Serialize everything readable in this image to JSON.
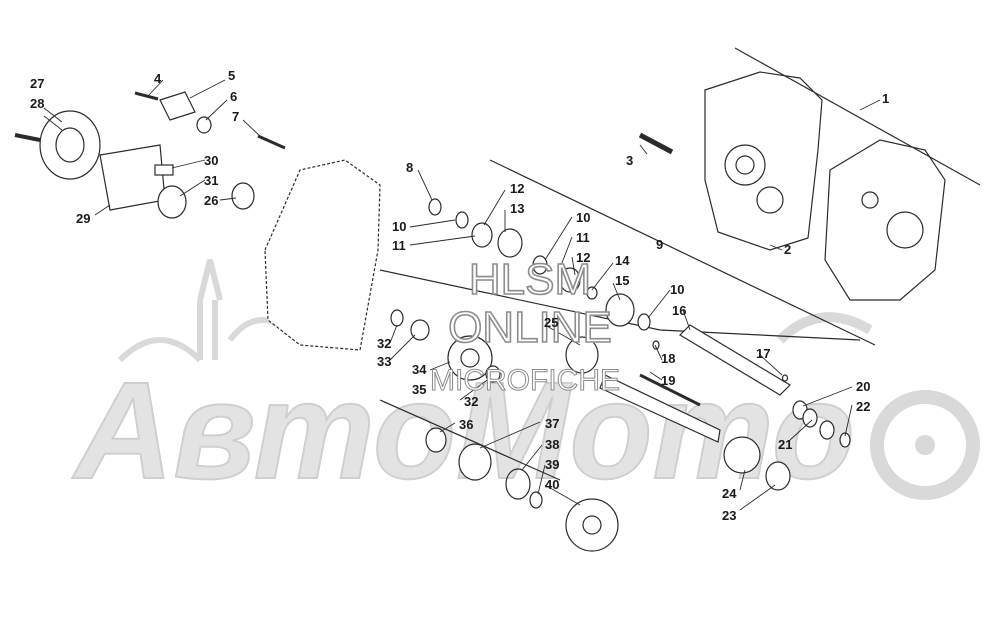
{
  "watermark": {
    "brand_top": "HLSM",
    "brand_middle": "ONLINE",
    "brand_bottom": "MICROFICHE",
    "background_logo_text": "АвтоМото",
    "color": "#cfcfcf"
  },
  "diagram": {
    "line_color": "#2b2b2b",
    "part_fill": "#ffffff",
    "callouts": [
      {
        "id": "c1",
        "label": "1"
      },
      {
        "id": "c2",
        "label": "2"
      },
      {
        "id": "c3",
        "label": "3"
      },
      {
        "id": "c4",
        "label": "4"
      },
      {
        "id": "c5",
        "label": "5"
      },
      {
        "id": "c6",
        "label": "6"
      },
      {
        "id": "c7",
        "label": "7"
      },
      {
        "id": "c8",
        "label": "8"
      },
      {
        "id": "c9",
        "label": "9"
      },
      {
        "id": "c10a",
        "label": "10"
      },
      {
        "id": "c10b",
        "label": "10"
      },
      {
        "id": "c10c",
        "label": "10"
      },
      {
        "id": "c11a",
        "label": "11"
      },
      {
        "id": "c11b",
        "label": "11"
      },
      {
        "id": "c12a",
        "label": "12"
      },
      {
        "id": "c12b",
        "label": "12"
      },
      {
        "id": "c13",
        "label": "13"
      },
      {
        "id": "c14",
        "label": "14"
      },
      {
        "id": "c15",
        "label": "15"
      },
      {
        "id": "c16",
        "label": "16"
      },
      {
        "id": "c17",
        "label": "17"
      },
      {
        "id": "c18",
        "label": "18"
      },
      {
        "id": "c19",
        "label": "19"
      },
      {
        "id": "c20",
        "label": "20"
      },
      {
        "id": "c21",
        "label": "21"
      },
      {
        "id": "c22",
        "label": "22"
      },
      {
        "id": "c23",
        "label": "23"
      },
      {
        "id": "c24",
        "label": "24"
      },
      {
        "id": "c25",
        "label": "25"
      },
      {
        "id": "c26",
        "label": "26"
      },
      {
        "id": "c27",
        "label": "27"
      },
      {
        "id": "c28",
        "label": "28"
      },
      {
        "id": "c29",
        "label": "29"
      },
      {
        "id": "c30",
        "label": "30"
      },
      {
        "id": "c31",
        "label": "31"
      },
      {
        "id": "c32a",
        "label": "32"
      },
      {
        "id": "c32b",
        "label": "32"
      },
      {
        "id": "c33",
        "label": "33"
      },
      {
        "id": "c34",
        "label": "34"
      },
      {
        "id": "c35",
        "label": "35"
      },
      {
        "id": "c36",
        "label": "36"
      },
      {
        "id": "c37",
        "label": "37"
      },
      {
        "id": "c38",
        "label": "38"
      },
      {
        "id": "c39",
        "label": "39"
      },
      {
        "id": "c40",
        "label": "40"
      }
    ]
  }
}
